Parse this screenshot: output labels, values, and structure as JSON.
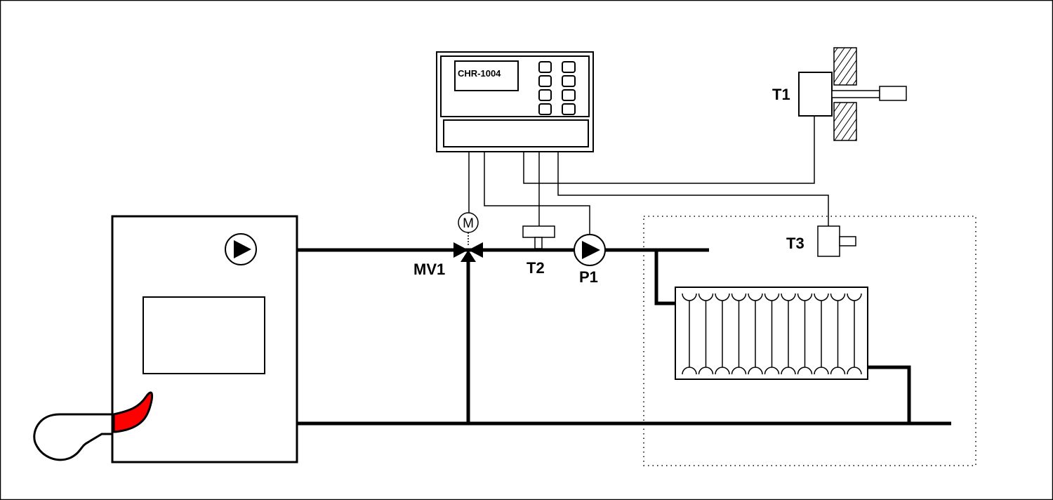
{
  "controller": {
    "model": "CHR-1004"
  },
  "labels": {
    "mixing_valve": "MV1",
    "motor": "M",
    "sensor_flow": "T2",
    "pump": "P1",
    "sensor_outdoor": "T1",
    "sensor_room": "T3"
  },
  "colors": {
    "flame": "#ff0000",
    "line": "#000000"
  }
}
